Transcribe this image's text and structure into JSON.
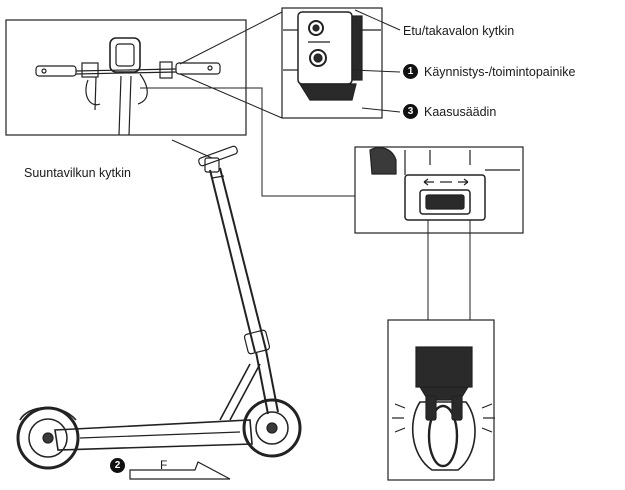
{
  "labels": {
    "light_switch": "Etu/takavalon kytkin",
    "power_button": "Käynnistys-/toimintopainike",
    "throttle": "Kaasusäädin",
    "turn_signal_switch": "Suuntavilkun kytkin",
    "direction_mark": "F"
  },
  "markers": {
    "power_button": "1",
    "folding_step": "2",
    "throttle": "3"
  },
  "colors": {
    "line": "#222222",
    "badge": "#111111",
    "tire": "#3a3a3a",
    "part_dark": "#2a2a2a"
  }
}
